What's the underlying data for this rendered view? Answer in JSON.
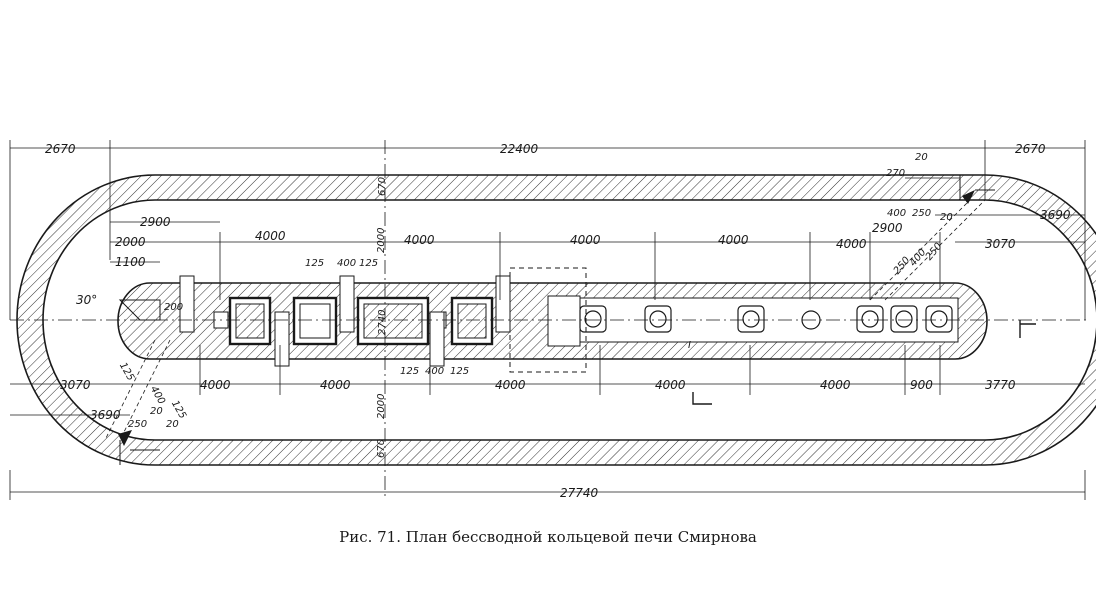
{
  "caption": "Рис. 71. План бессводной кольцевой печи Смирнова",
  "dimensions": {
    "left_end": "2670",
    "total_straight": "22400",
    "right_end": "2670",
    "overall": "27740",
    "top_wall": "670",
    "top_gap": "2000",
    "bottom_gap": "2000",
    "bottom_wall": "670",
    "center_width": "2740",
    "row_top_left": [
      "2900",
      "2000",
      "1100",
      "200"
    ],
    "row_top_spans": [
      "4000",
      "4000",
      "4000",
      "4000",
      "4000"
    ],
    "flue_top": [
      "125",
      "400",
      "125"
    ],
    "flue_bottom": [
      "125",
      "400",
      "125"
    ],
    "row_bottom_spans": [
      "4000",
      "4000",
      "4000",
      "4000",
      "4000"
    ],
    "right_small": [
      "900",
      "3770",
      "3070",
      "3690",
      "2900",
      "270",
      "20",
      "400",
      "250",
      "20"
    ],
    "right_diag": [
      "250",
      "400",
      "250"
    ],
    "left_small": [
      "3070",
      "3690",
      "125",
      "400",
      "125",
      "20",
      "250",
      "20"
    ],
    "angle": "30°",
    "section_mark": "I"
  }
}
